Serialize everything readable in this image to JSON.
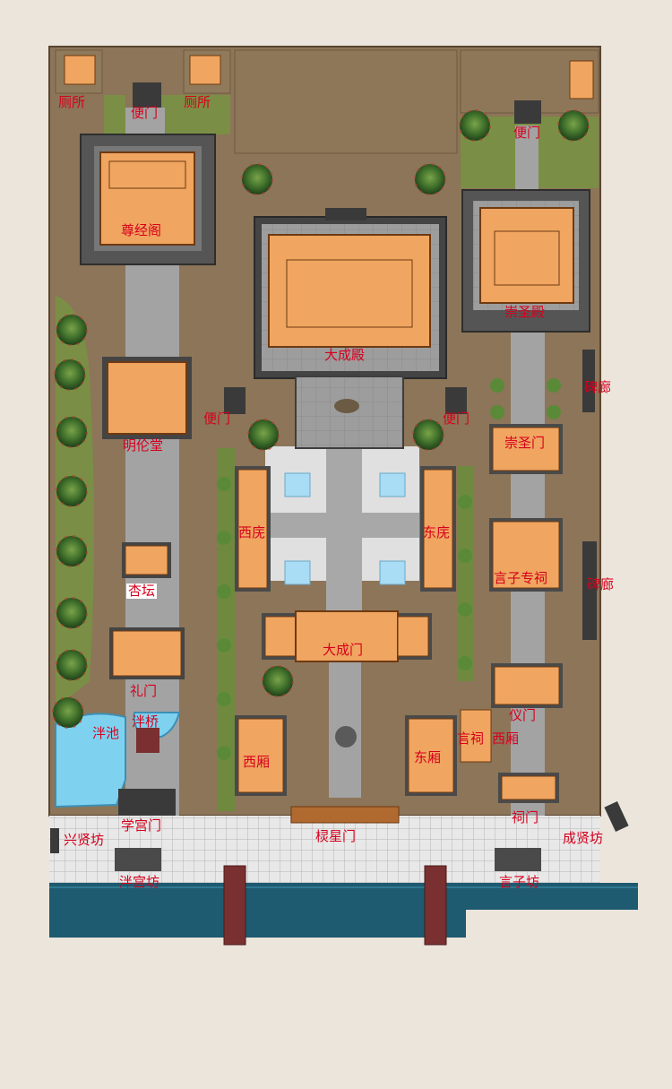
{
  "labels": {
    "cesuo_left": "厕所",
    "bianmen_top_left": "便门",
    "cesuo_right": "厕所",
    "bianmen_top_right": "便门",
    "zunjingge": "尊经阁",
    "chongshengdian": "崇圣殿",
    "dachengdian": "大成殿",
    "bianmen_mid_left": "便门",
    "bianmen_mid_right": "便门",
    "beilang_upper": "碑廊",
    "minglundang": "明伦堂",
    "chongshengmen": "崇圣门",
    "xiwu": "西庑",
    "dongwu": "东庑",
    "yanzizhuanci": "言子专祠",
    "beilang_lower": "碑廊",
    "xingtan": "杏坛",
    "dachengmen": "大成门",
    "limen": "礼门",
    "yimen": "仪门",
    "pangqiao": "泮桥",
    "pangchi": "泮池",
    "yanci": "言祠",
    "xixiang_side": "西厢",
    "xixiang": "西厢",
    "dongxiang": "东厢",
    "cimen": "祠门",
    "xuegongmen": "学宫门",
    "xingxianfang": "兴贤坊",
    "lingxingmen": "棂星门",
    "chengxianfang": "成贤坊",
    "panggongfang": "泮宫坊",
    "yanzifang": "言子坊"
  },
  "colors": {
    "background": "#ebe5dc",
    "ground": "#8c7558",
    "hall": "#f0a560",
    "hall_line": "#6e3a12",
    "wall": "#4a4a4a",
    "platform": "#8e8e8e",
    "path": "#a3a3a3",
    "plaza": "#e4e4e4",
    "water": "#1e5a70",
    "pond": "#7ed2f0",
    "grass": "#7a8f45",
    "tree": "#3f6d2b",
    "label": "#d6001c"
  }
}
